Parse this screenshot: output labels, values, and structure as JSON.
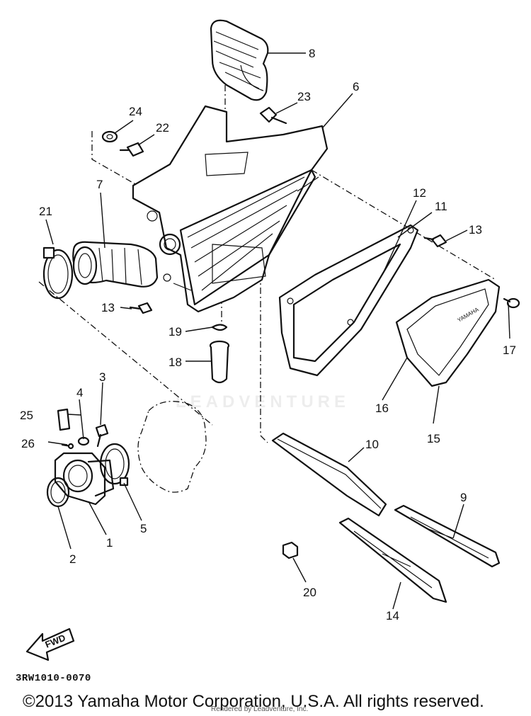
{
  "diagram": {
    "callouts": [
      {
        "id": "p1",
        "label": "1"
      },
      {
        "id": "p2",
        "label": "2"
      },
      {
        "id": "p3",
        "label": "3"
      },
      {
        "id": "p4",
        "label": "4"
      },
      {
        "id": "p5",
        "label": "5"
      },
      {
        "id": "p6",
        "label": "6"
      },
      {
        "id": "p7",
        "label": "7"
      },
      {
        "id": "p8",
        "label": "8"
      },
      {
        "id": "p9",
        "label": "9"
      },
      {
        "id": "p10",
        "label": "10"
      },
      {
        "id": "p11",
        "label": "11"
      },
      {
        "id": "p12",
        "label": "12"
      },
      {
        "id": "p13a",
        "label": "13"
      },
      {
        "id": "p13b",
        "label": "13"
      },
      {
        "id": "p14",
        "label": "14"
      },
      {
        "id": "p15",
        "label": "15"
      },
      {
        "id": "p16",
        "label": "16"
      },
      {
        "id": "p17",
        "label": "17"
      },
      {
        "id": "p18",
        "label": "18"
      },
      {
        "id": "p19",
        "label": "19"
      },
      {
        "id": "p20",
        "label": "20"
      },
      {
        "id": "p21",
        "label": "21"
      },
      {
        "id": "p22",
        "label": "22"
      },
      {
        "id": "p23",
        "label": "23"
      },
      {
        "id": "p24",
        "label": "24"
      },
      {
        "id": "p25",
        "label": "25"
      },
      {
        "id": "p26",
        "label": "26"
      }
    ],
    "fwd_label": "FWD",
    "cover_brand": "YAMAHA",
    "diagram_code": "3RW1010-0070"
  },
  "footer": {
    "copyright": "©2013 Yamaha Motor Corporation, U.S.A. All rights reserved.",
    "rendered_by": "Rendered by Leadventure, Inc."
  },
  "watermark": "LEADVENTURE"
}
